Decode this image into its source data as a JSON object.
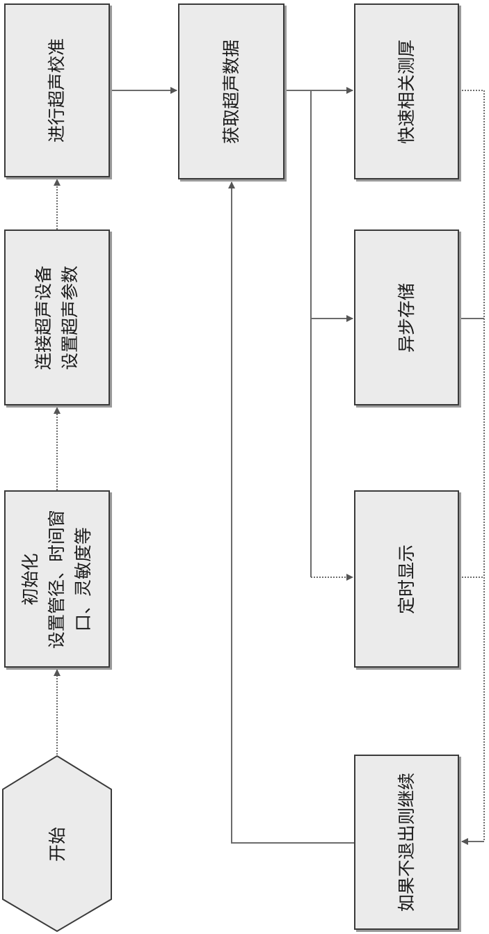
{
  "nodes": {
    "start": "开始",
    "init": [
      "初始化",
      "设置管径、时间窗",
      "口、灵敏度等"
    ],
    "connect": [
      "连接超声设备",
      "设置超声参数"
    ],
    "calibrate": "进行超声校准",
    "acquire": "获取超声数据",
    "correlate": "快速相关测厚",
    "store": "异步存储",
    "display": "定时显示",
    "loop": "如果不退出则继续"
  }
}
